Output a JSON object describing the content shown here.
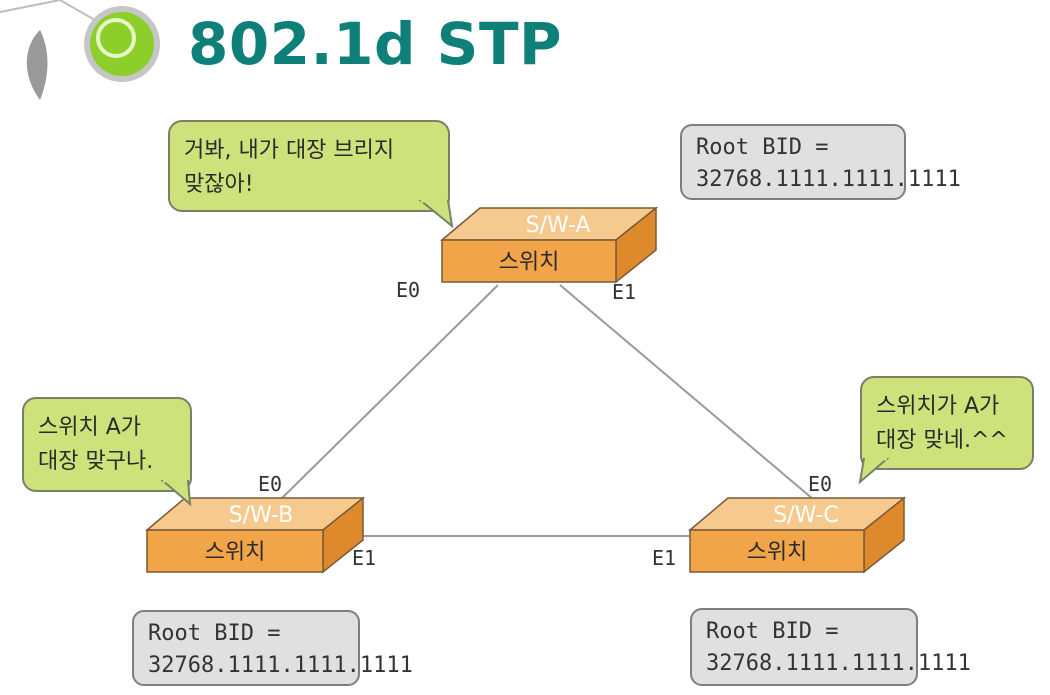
{
  "title": "802.1d STP",
  "switches": [
    {
      "id": "a",
      "top_label": "S/W-A",
      "front_label": "스위치"
    },
    {
      "id": "b",
      "top_label": "S/W-B",
      "front_label": "스위치"
    },
    {
      "id": "c",
      "top_label": "S/W-C",
      "front_label": "스위치"
    }
  ],
  "ports": {
    "a_e0": "E0",
    "a_e1": "E1",
    "b_e0": "E0",
    "b_e1": "E1",
    "c_e0": "E0",
    "c_e1": "E1"
  },
  "root_bid": {
    "a": {
      "line1": "Root BID =",
      "line2": "32768.1111.1111.1111"
    },
    "b": {
      "line1": "Root BID =",
      "line2": "32768.1111.1111.1111"
    },
    "c": {
      "line1": "Root BID =",
      "line2": "32768.1111.1111.1111"
    }
  },
  "speech": {
    "a": "거봐, 내가 대장 브리지\n맞잖아!",
    "b": "스위치 A가\n대장 맞구나.",
    "c": "스위치가 A가\n대장 맞네.^^"
  },
  "colors": {
    "title": "#0f7f7a",
    "switch_top": "#f6c98e",
    "switch_front": "#f2a449",
    "switch_side": "#de8a2c",
    "bubble": "#cde27a",
    "infobox": "#e0e0e0"
  }
}
